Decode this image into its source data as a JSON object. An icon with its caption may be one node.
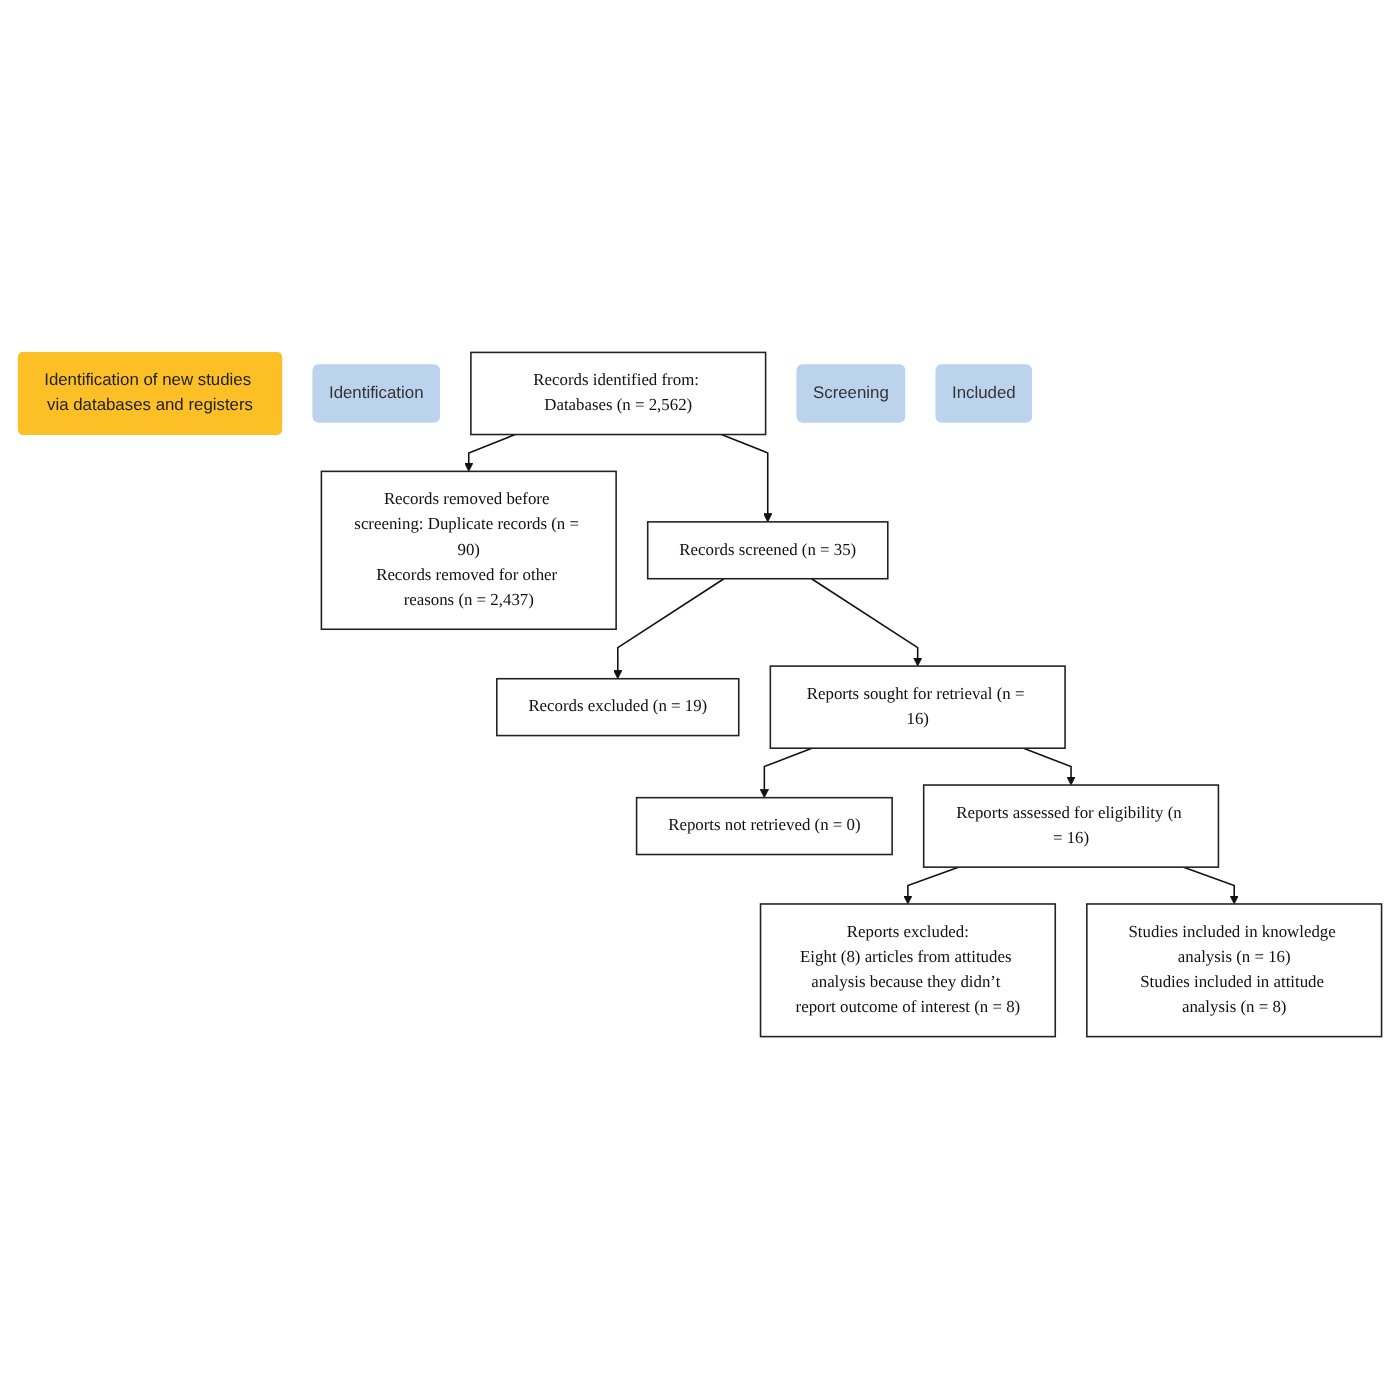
{
  "diagram": {
    "nodes": [
      {
        "text": [
          "Identification of new studies via databases and registers"
        ]
      },
      {
        "text": [
          "Identification"
        ]
      },
      {
        "text": [
          "Records identified from: Databases (n = 2,562)"
        ]
      },
      {
        "text": [
          "Records removed before screening: Duplicate records (n = 90)",
          "Records removed for other reasons (n = 2,437)"
        ]
      },
      {
        "text": [
          "Screening"
        ]
      },
      {
        "text": [
          "Records screened (n = 35)"
        ]
      },
      {
        "text": [
          "Records excluded (n = 19)"
        ]
      },
      {
        "text": [
          "Reports sought for retrieval (n = 16)"
        ]
      },
      {
        "text": [
          "Reports not retrieved (n = 0)"
        ]
      },
      {
        "text": [
          "Reports assessed for eligibility (n = 16)"
        ]
      },
      {
        "text": [
          "Reports excluded:",
          "Eight (8) articles from attitudes analysis because they didn’t report outcome of interest (n = 8)"
        ]
      },
      {
        "text": [
          "Included"
        ]
      },
      {
        "text": [
          "Studies included in knowledge analysis (n = 16)",
          "Studies included in attitude analysis (n = 8)"
        ]
      }
    ],
    "edges": [
      {
        "from": 2,
        "to": 3,
        "arrow": "to"
      },
      {
        "from": 2,
        "to": 5,
        "arrow": "to"
      },
      {
        "from": 5,
        "to": 6,
        "arrow": "to"
      },
      {
        "from": 5,
        "to": 7,
        "arrow": "to"
      },
      {
        "from": 7,
        "to": 8,
        "arrow": "to"
      },
      {
        "from": 7,
        "to": 9,
        "arrow": "to"
      },
      {
        "from": 9,
        "to": 10,
        "arrow": "to"
      },
      {
        "from": 9,
        "to": 12,
        "arrow": "to"
      }
    ]
  }
}
